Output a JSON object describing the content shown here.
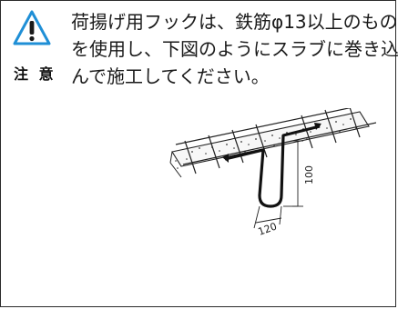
{
  "caution": {
    "label": "注 意",
    "icon": "warning-triangle-icon",
    "icon_color": "#1f8fd6",
    "lines": [
      "荷揚げ用フックは、鉄筋φ13以上のもの",
      "を使用し、下図のようにスラブに巻き込",
      "んで施工してください。"
    ]
  },
  "figure": {
    "dimension_height": "100",
    "dimension_width": "120"
  }
}
